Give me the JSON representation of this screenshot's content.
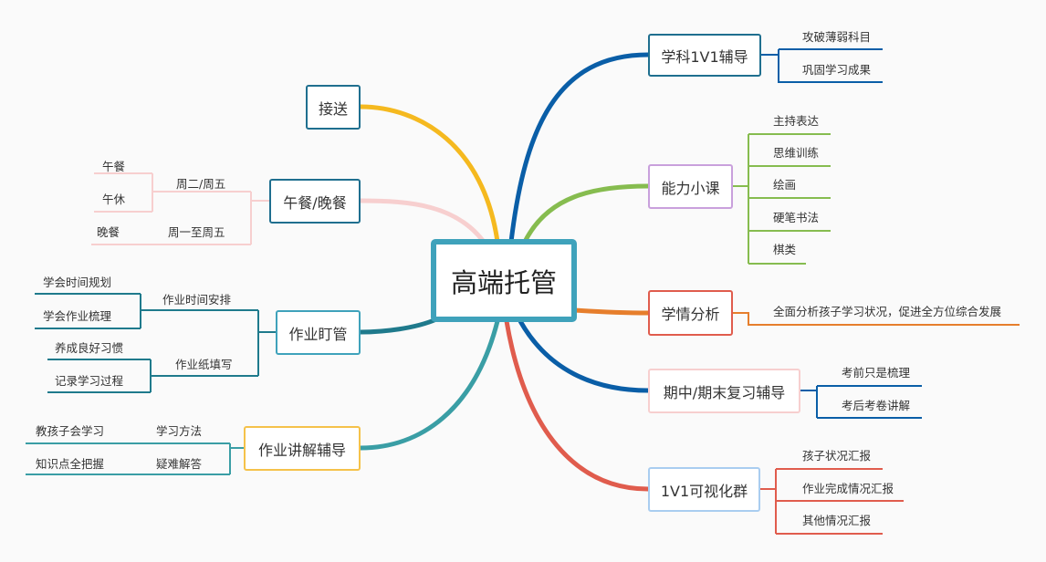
{
  "root": {
    "label": "高端托管"
  },
  "colors": {
    "blue": "#0a5ea7",
    "green": "#86bc4f",
    "orange": "#e67e2c",
    "red": "#e05c4d",
    "yellow": "#f5b91f",
    "pink": "#f7cfcf",
    "teal": "#1f7a8c",
    "cyan": "#3a9ea5",
    "root_border": "#3fa2bb"
  },
  "branches": {
    "xueke": {
      "label": "学科1V1辅导",
      "children": [
        "攻破薄弱科目",
        "巩固学习成果"
      ]
    },
    "nengli": {
      "label": "能力小课",
      "children": [
        "主持表达",
        "思维训练",
        "绘画",
        "硬笔书法",
        "棋类"
      ]
    },
    "xueqing": {
      "label": "学情分析",
      "children": [
        "全面分析孩子学习状况，促进全方位综合发展"
      ]
    },
    "qimo": {
      "label": "期中/期末复习辅导",
      "children": [
        "考前只是梳理",
        "考后考卷讲解"
      ]
    },
    "vis": {
      "label": "1V1可视化群",
      "children": [
        "孩子状况汇报",
        "作业完成情况汇报",
        "其他情况汇报"
      ]
    },
    "jiesong": {
      "label": "接送",
      "children": []
    },
    "wucan": {
      "label": "午餐/晚餐",
      "groups": [
        {
          "label": "周二/周五",
          "children": [
            "午餐",
            "午休"
          ]
        },
        {
          "label": "周一至周五",
          "children": [
            "晚餐"
          ]
        }
      ]
    },
    "dingguan": {
      "label": "作业盯管",
      "groups": [
        {
          "label": "作业时间安排",
          "children": [
            "学会时间规划",
            "学会作业梳理"
          ]
        },
        {
          "label": "作业纸填写",
          "children": [
            "养成良好习惯",
            "记录学习过程"
          ]
        }
      ]
    },
    "jiangjie": {
      "label": "作业讲解辅导",
      "groups": [
        {
          "label": "学习方法",
          "children": [
            "教孩子会学习"
          ]
        },
        {
          "label": "疑难解答",
          "children": [
            "知识点全把握"
          ]
        }
      ]
    }
  }
}
